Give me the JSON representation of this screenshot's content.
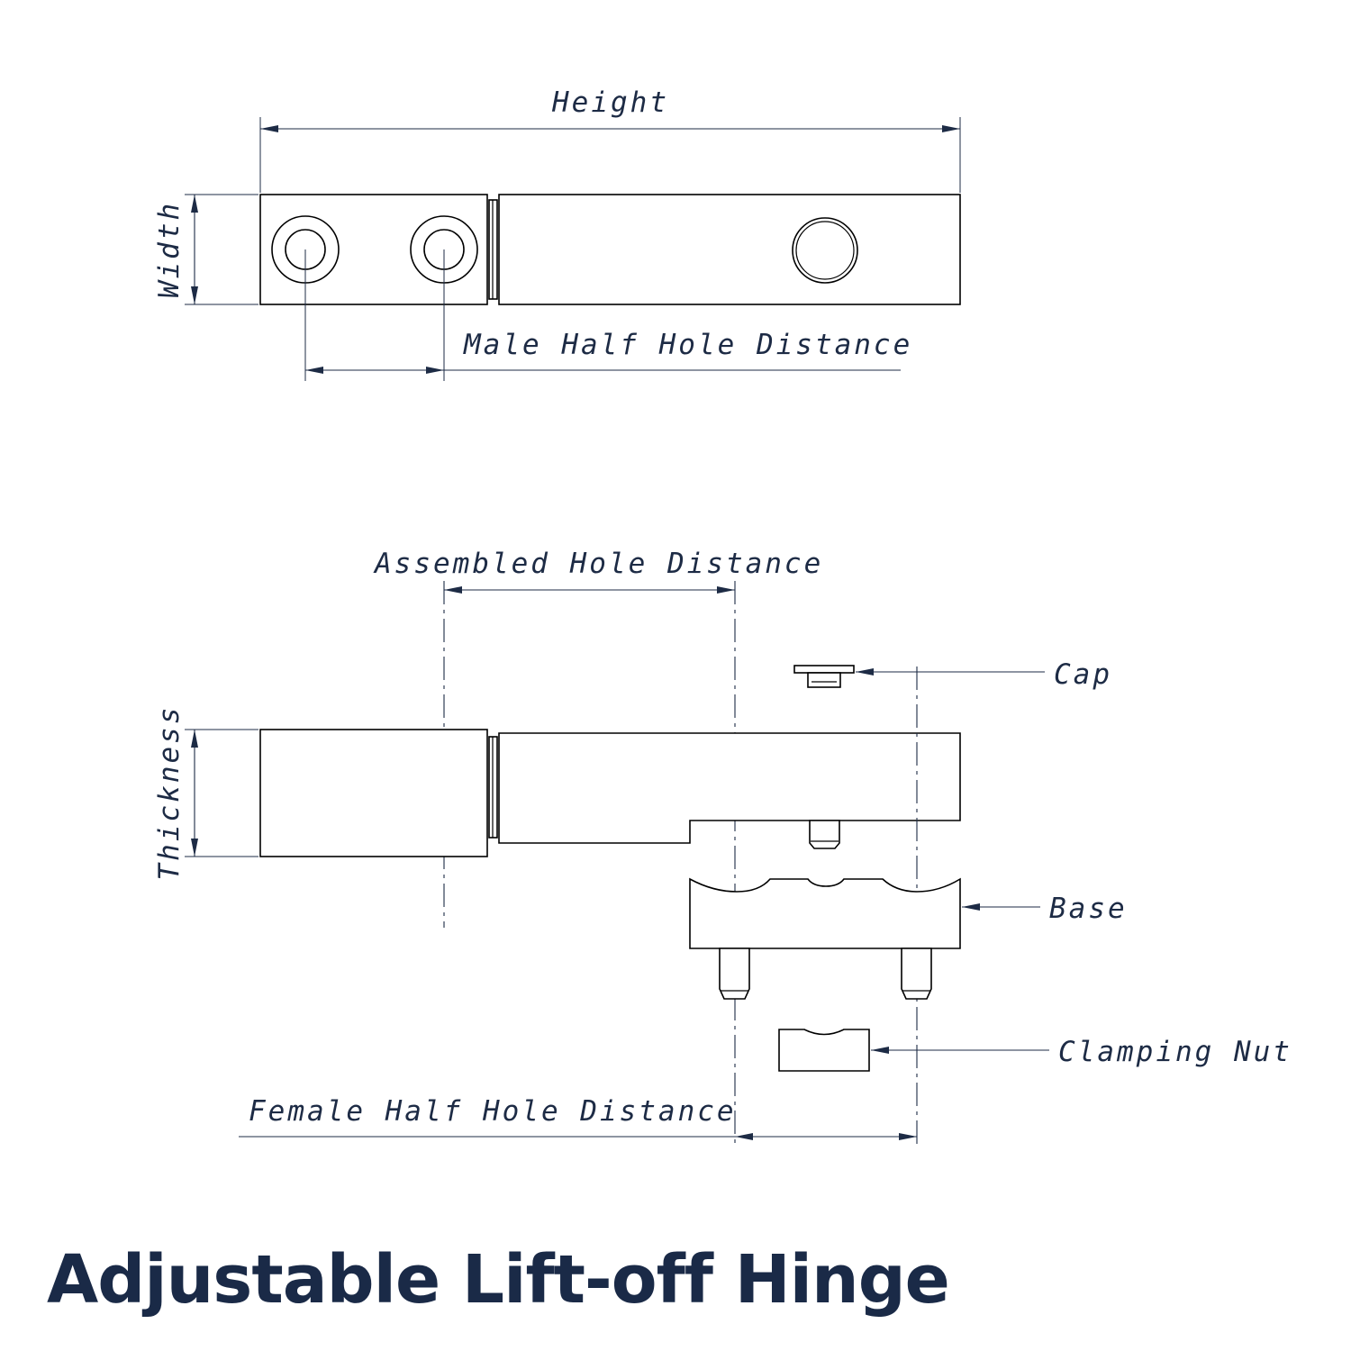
{
  "title": "Adjustable Lift-off Hinge",
  "colors": {
    "ink": "#1d2b45",
    "title": "#1a2a47",
    "line": "#000000"
  },
  "labels": {
    "height": "Height",
    "width": "Width",
    "male_half_hole_distance": "Male Half Hole Distance",
    "assembled_hole_distance": "Assembled Hole Distance",
    "thickness": "Thickness",
    "cap": "Cap",
    "base": "Base",
    "clamping_nut": "Clamping Nut",
    "female_half_hole_distance": "Female Half Hole Distance"
  }
}
